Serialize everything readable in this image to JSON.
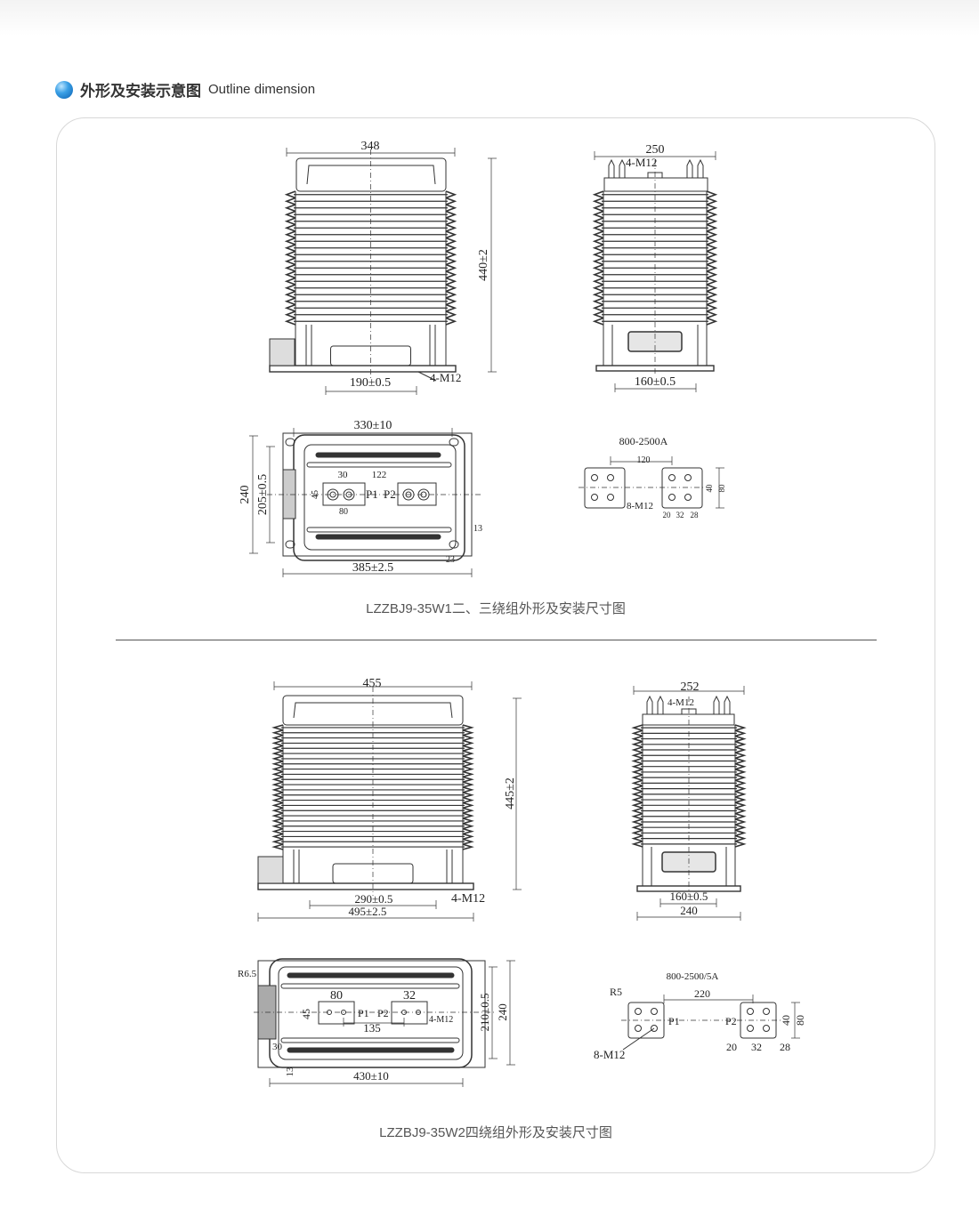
{
  "header": {
    "title_cn": "外形及安装示意图",
    "title_en": "Outline dimension",
    "accent": "#1a7fd0"
  },
  "section1": {
    "caption": "LZZBJ9-35W1二、三绕组外形及安装尺寸图",
    "front": {
      "width": "348",
      "height": "440±2",
      "base": "190±0.5",
      "bolt": "4-M12"
    },
    "side": {
      "width": "250",
      "bolt": "4-M12",
      "base": "160±0.5"
    },
    "plan": {
      "top": "330±10",
      "bottom": "385±2.5",
      "h_outer": "240",
      "h_inner": "205±0.5",
      "d30": "30",
      "d122": "122",
      "d45": "45",
      "d80": "80",
      "p1": "P1",
      "p2": "P2",
      "d13": "13",
      "d23": "23"
    },
    "terminal": {
      "rating": "800-2500A",
      "spacing": "120",
      "bolts": "8-M12",
      "d40": "40",
      "d80": "80",
      "d20": "20",
      "d32": "32",
      "d28": "28"
    }
  },
  "section2": {
    "caption": "LZZBJ9-35W2四绕组外形及安装尺寸图",
    "front": {
      "width": "455",
      "height": "445±2",
      "base_inner": "290±0.5",
      "base_outer": "495±2.5",
      "bolt": "4-M12"
    },
    "side": {
      "width": "252",
      "bolt": "4-M12",
      "base": "160±0.5",
      "base_outer": "240"
    },
    "plan": {
      "radius": "R6.5",
      "d80": "80",
      "d45": "45",
      "p1": "P1",
      "p2": "P2",
      "d32": "32",
      "bolts": "4-M12",
      "d135": "135",
      "d30": "30",
      "d13": "13",
      "bottom": "430±10",
      "h_inner": "210±0.5",
      "h_outer": "240"
    },
    "terminal": {
      "rating": "800-2500/5A",
      "radius": "R5",
      "spacing": "220",
      "p1": "P1",
      "p2": "P2",
      "d40": "40",
      "d80": "80",
      "d20": "20",
      "d32": "32",
      "d28": "28",
      "bolts": "8-M12"
    }
  }
}
